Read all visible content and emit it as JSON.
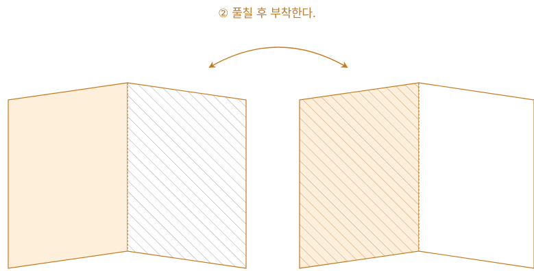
{
  "caption": {
    "text": "② 풀칠 후 부착한다."
  },
  "colors": {
    "caption_text": "#c57a20",
    "outline": "#c57a20",
    "arrow": "#c57a20",
    "panel_fill_cream": "#fdefd9",
    "panel_fill_white": "#ffffff",
    "hatch_gray": "#a9a9a9",
    "hatch_orange": "#c9a27c"
  },
  "diagram": {
    "left_card": {
      "left_panel": "plain-cream",
      "right_panel": "hatched-gray"
    },
    "right_card": {
      "left_panel": "hatched-cream",
      "right_panel": "plain-white"
    },
    "arrow": "double-headed-curved"
  }
}
